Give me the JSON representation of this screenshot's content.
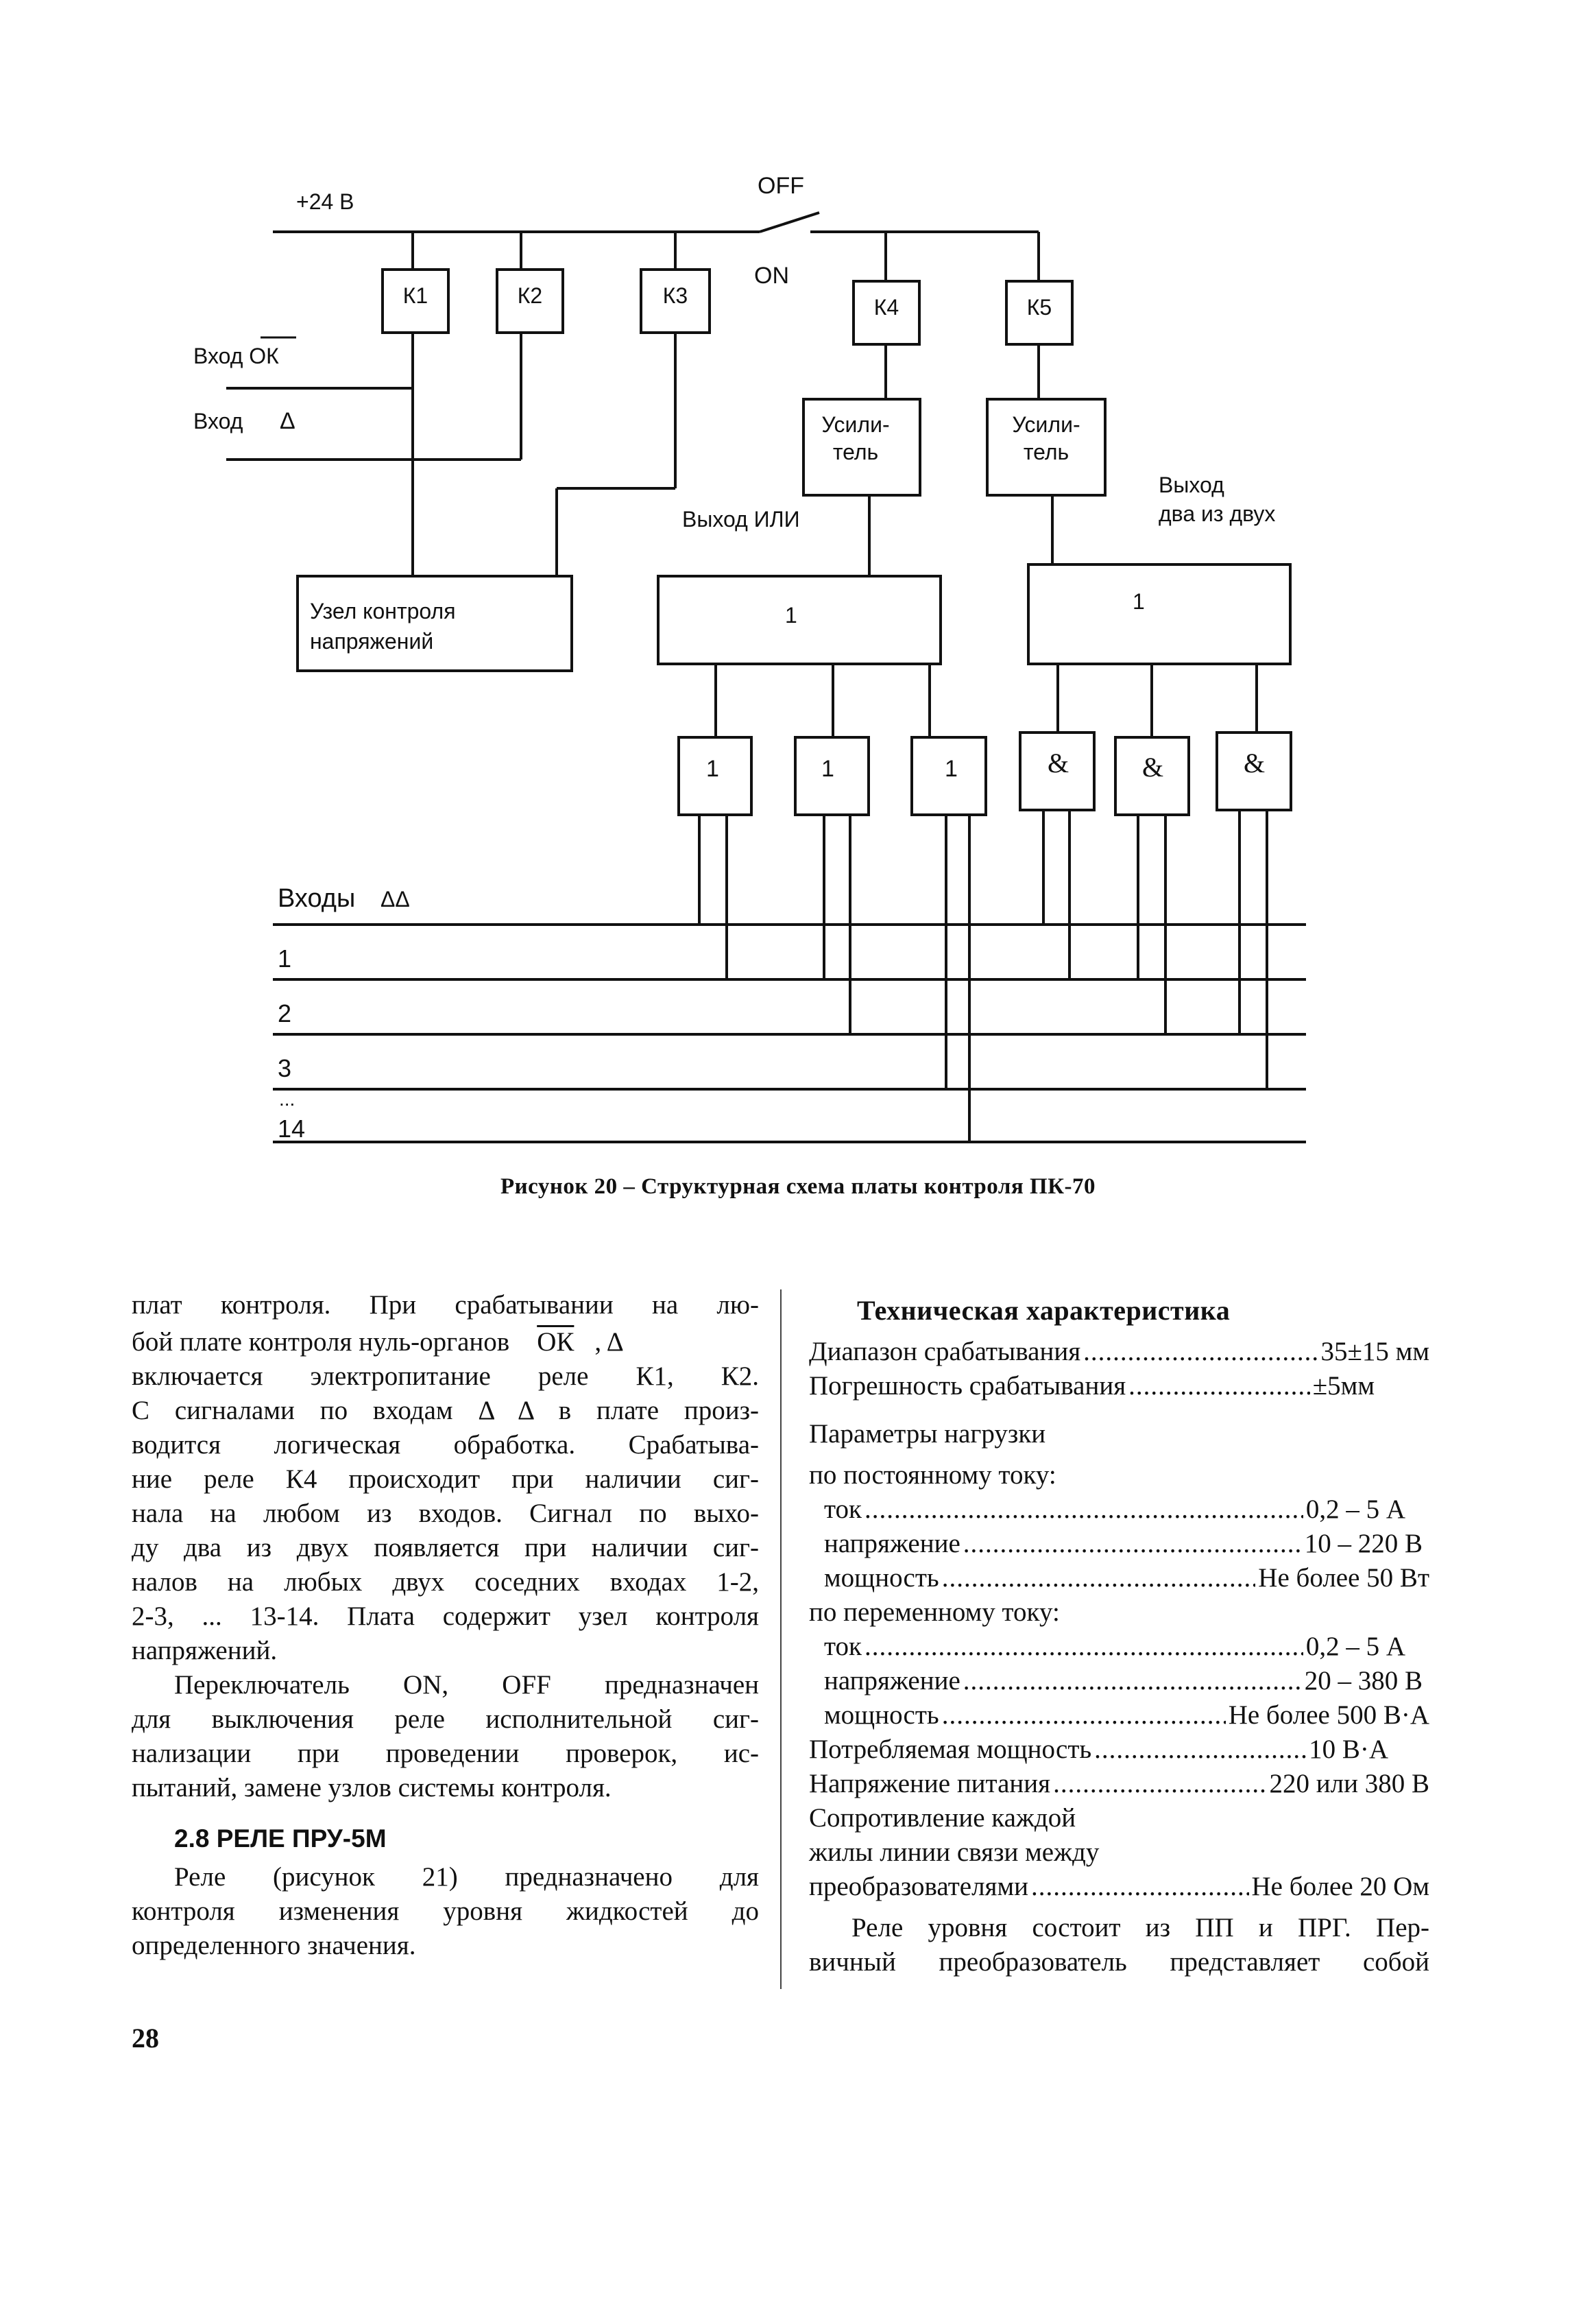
{
  "figure": {
    "labels": {
      "plus24": "+24 В",
      "off": "OFF",
      "on": "ON",
      "k1": "К1",
      "k2": "К2",
      "k3": "К3",
      "k4": "К4",
      "k5": "К5",
      "input_ok_prefix": "Вход ",
      "input_ok_sym": "ОК",
      "input_delta": "Вход",
      "delta_sym": "Δ",
      "amp_line1": "Усили-",
      "amp_line2": "тель",
      "output_or": "Выход ИЛИ",
      "output_two_line1": "Выход",
      "output_two_line2": "два из двух",
      "node_line1": "Узел контроля",
      "node_line2": "напряжений",
      "or_big": "1",
      "and_big": "1",
      "or_small": "1",
      "and_small": "&",
      "inputs_label": "Входы",
      "inputs_sym": "ΔΔ",
      "bus1": "1",
      "bus2": "2",
      "bus3": "3",
      "dots": "...",
      "bus14": "14"
    },
    "caption": "Рисунок 20 – Структурная схема платы контроля ПК-70"
  },
  "left_column": {
    "lines": [
      "плат контроля. При срабатывании на лю-",
      "бой плате контроля нуль-органов",
      "включается электропитание реле К1, К2.",
      "С сигналами по входам Δ Δ в плате произ-",
      "водится логическая обработка. Срабатыва-",
      "ние реле К4 происходит при наличии сиг-",
      "нала на любом из входов. Сигнал по выхо-",
      "ду два из двух появляется при наличии сиг-",
      "налов на любых двух соседних входах 1-2,",
      "2-3, ... 13-14. Плата содержит узел контроля",
      "напряжений."
    ],
    "ok_symbol": "ОК",
    "ok_tail": ", Δ",
    "para2_lines": [
      "Переключатель ON, OFF предназначен",
      "для выключения реле исполнительной сиг-",
      "нализации при проведении проверок, ис-",
      "пытаний, замене узлов системы контроля."
    ],
    "section_heading": "2.8 РЕЛЕ ПРУ-5М",
    "para3_lines": [
      "Реле (рисунок 21) предназначено для",
      "контроля изменения уровня жидкостей до",
      "определенного значения."
    ]
  },
  "right_column": {
    "title": "Техническая характеристика",
    "specs1": [
      {
        "label": "Диапазон срабатывания",
        "value": "35±15 мм"
      },
      {
        "label": "Погрешность срабатывания",
        "value": "±5мм"
      }
    ],
    "load_params": "Параметры нагрузки",
    "dc_heading": "по постоянному току:",
    "dc": [
      {
        "label": "ток",
        "value": "0,2 – 5 А"
      },
      {
        "label": "напряжение",
        "value": "10 – 220 В"
      },
      {
        "label": "мощность",
        "value": "Не более 50 Вт"
      }
    ],
    "ac_heading": "по переменному току:",
    "ac": [
      {
        "label": "ток",
        "value": "0,2 – 5 А"
      },
      {
        "label": "напряжение",
        "value": "20 – 380 В"
      },
      {
        "label": "мощность",
        "value": "Не более 500 В·А"
      }
    ],
    "specs2": [
      {
        "label": "Потребляемая мощность",
        "value": "10 В·А"
      },
      {
        "label": "Напряжение питания",
        "value": "220 или 380 В"
      }
    ],
    "resistance_line1": "Сопротивление каждой",
    "resistance_line2": "жилы линии связи между",
    "resistance_spec": {
      "label": "преобразователями",
      "value": "Не более 20 Ом"
    },
    "closing_lines": [
      "Реле уровня состоит из ПП и ПРГ. Пер-",
      "вичный преобразователь представляет собой"
    ]
  },
  "page_number": "28"
}
